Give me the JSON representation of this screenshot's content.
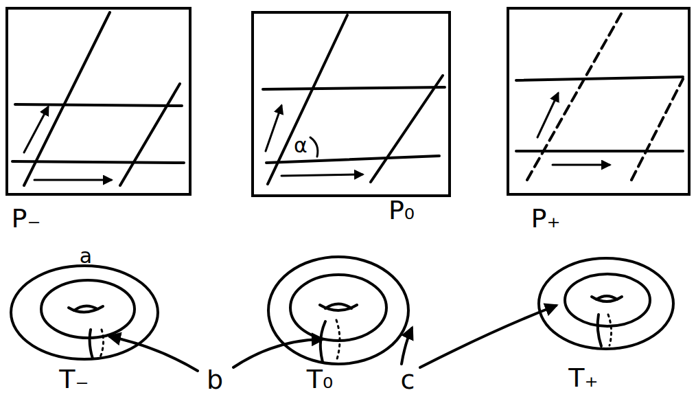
{
  "diagram": {
    "labels": [
      "P₋",
      "P₀",
      "P₊",
      "α",
      "a",
      "T₋",
      "T₀",
      "T₊",
      "b",
      "c"
    ]
  }
}
